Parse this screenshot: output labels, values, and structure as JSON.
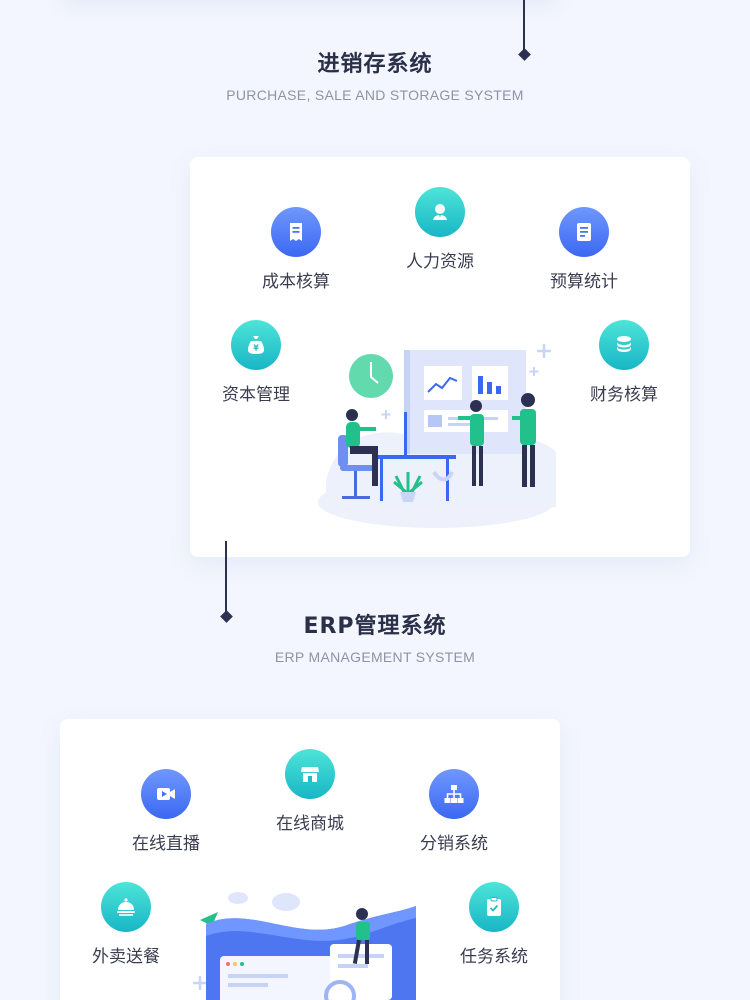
{
  "purchase_section": {
    "title": "进销存系统",
    "subtitle": "PURCHASE, SALE AND STORAGE SYSTEM",
    "features": [
      {
        "label": "成本核算",
        "icon": "receipt-icon"
      },
      {
        "label": "人力资源",
        "icon": "user-badge-icon"
      },
      {
        "label": "预算统计",
        "icon": "document-list-icon"
      },
      {
        "label": "资本管理",
        "icon": "money-bag-icon"
      },
      {
        "label": "财务核算",
        "icon": "coin-stack-icon"
      }
    ]
  },
  "erp_section": {
    "title": "ERP管理系统",
    "subtitle": "ERP MANAGEMENT SYSTEM",
    "features": [
      {
        "label": "在线直播",
        "icon": "video-camera-icon"
      },
      {
        "label": "在线商城",
        "icon": "storefront-icon"
      },
      {
        "label": "分销系统",
        "icon": "org-chart-icon"
      },
      {
        "label": "外卖送餐",
        "icon": "food-cloche-icon"
      },
      {
        "label": "任务系统",
        "icon": "clipboard-check-icon"
      }
    ]
  },
  "colors": {
    "background": "#f3f6fe",
    "accent_blue": "#3b68f2",
    "accent_teal": "#18b6c6",
    "heading": "#2b2f48",
    "subheading": "#8e93a8"
  }
}
